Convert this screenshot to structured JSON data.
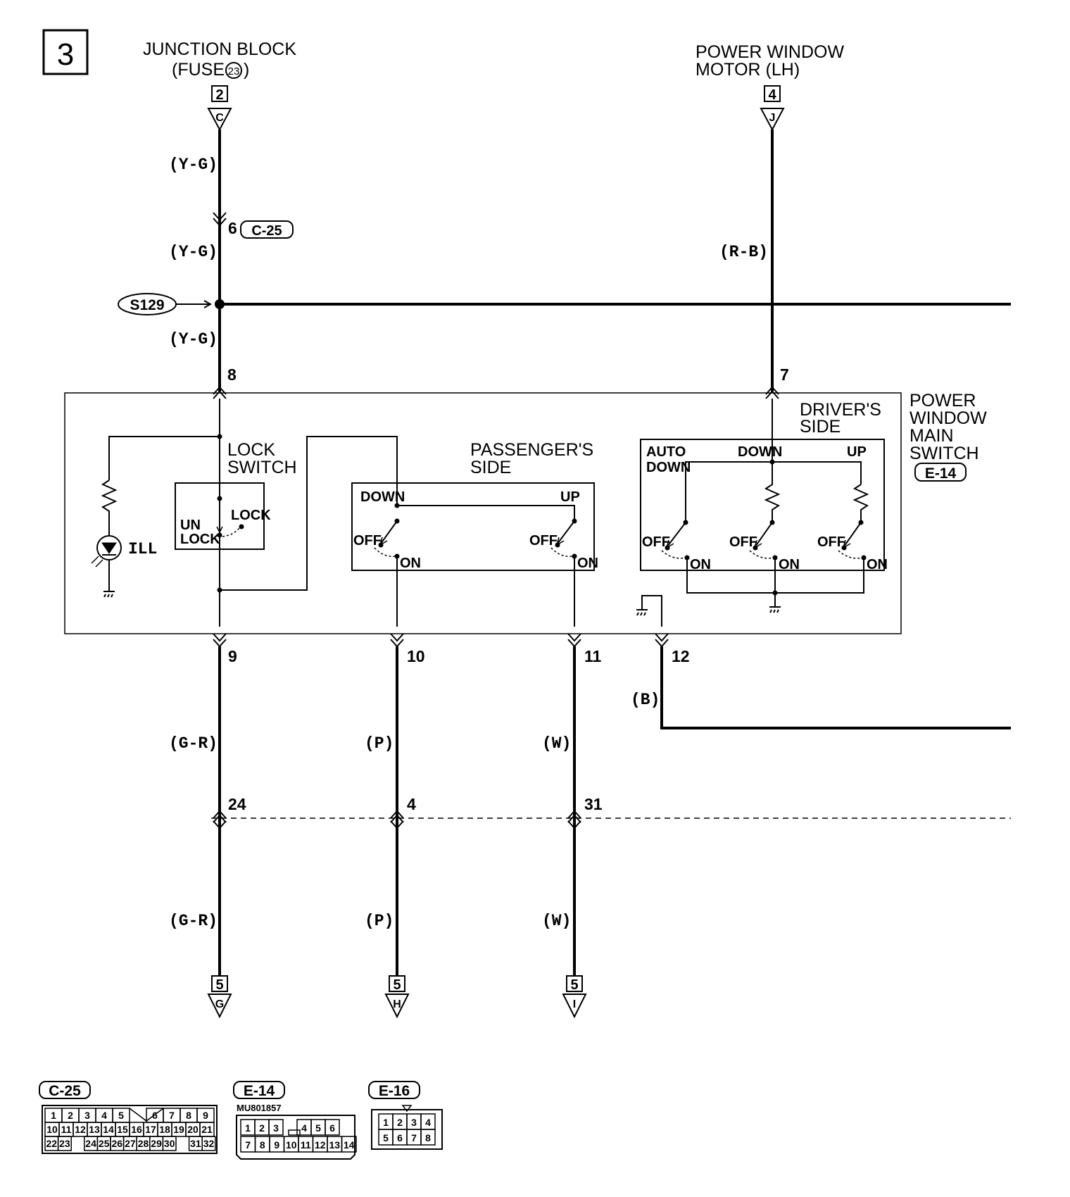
{
  "page_number": "3",
  "top_labels": {
    "junction_block_line1": "JUNCTION BLOCK",
    "junction_block_line2": "(FUSE",
    "junction_block_fuse": "23",
    "junction_block_close": ")",
    "motor_line1": "POWER WINDOW",
    "motor_line2": "MOTOR (LH)"
  },
  "page_refs": {
    "top_left_page": "2",
    "top_left_letter": "C",
    "top_right_page": "4",
    "top_right_letter": "J",
    "bottom_1_page": "5",
    "bottom_1_letter": "G",
    "bottom_2_page": "5",
    "bottom_2_letter": "H",
    "bottom_3_page": "5",
    "bottom_3_letter": "I"
  },
  "wire_colors": {
    "yg1": "(Y-G)",
    "yg2": "(Y-G)",
    "yg3": "(Y-G)",
    "rb": "(R-B)",
    "gr1": "(G-R)",
    "gr2": "(G-R)",
    "p1": "(P)",
    "p2": "(P)",
    "w1": "(W)",
    "w2": "(W)",
    "b": "(B)"
  },
  "connectors": {
    "c25_pin": "6",
    "c25_label": "C-25",
    "splice": "S129"
  },
  "pins": {
    "p8": "8",
    "p7": "7",
    "p9": "9",
    "p10": "10",
    "p11": "11",
    "p12": "12",
    "p24": "24",
    "p4": "4",
    "p31": "31"
  },
  "switch_box": {
    "title_line1": "POWER",
    "title_line2": "WINDOW",
    "title_line3": "MAIN",
    "title_line4": "SWITCH",
    "connector": "E-14",
    "lock_switch_line1": "LOCK",
    "lock_switch_line2": "SWITCH",
    "unlock_line1": "UN",
    "unlock_line2": "LOCK",
    "lock": "LOCK",
    "ill": "ILL",
    "passenger_line1": "PASSENGER'S",
    "passenger_line2": "SIDE",
    "driver_line1": "DRIVER'S",
    "driver_line2": "SIDE",
    "down": "DOWN",
    "up": "UP",
    "auto_line1": "AUTO",
    "auto_line2": "DOWN",
    "off": "OFF",
    "on": "ON"
  },
  "connector_views": {
    "c25": {
      "title": "C-25",
      "row1": [
        "1",
        "2",
        "3",
        "4",
        "5",
        "",
        "6",
        "7",
        "8",
        "9"
      ],
      "row2": [
        "10",
        "11",
        "12",
        "13",
        "14",
        "15",
        "16",
        "17",
        "18",
        "19",
        "20",
        "21"
      ],
      "row3": [
        "22",
        "23",
        "",
        "24",
        "25",
        "26",
        "27",
        "28",
        "29",
        "30",
        "",
        "31",
        "32"
      ]
    },
    "e14": {
      "title": "E-14",
      "part_number": "MU801857",
      "row1": [
        "1",
        "2",
        "3",
        "",
        "4",
        "5",
        "6"
      ],
      "row2": [
        "7",
        "8",
        "9",
        "10",
        "11",
        "12",
        "13",
        "14"
      ]
    },
    "e16": {
      "title": "E-16",
      "row1": [
        "1",
        "2",
        "3",
        "4"
      ],
      "row2": [
        "5",
        "6",
        "7",
        "8"
      ]
    }
  }
}
